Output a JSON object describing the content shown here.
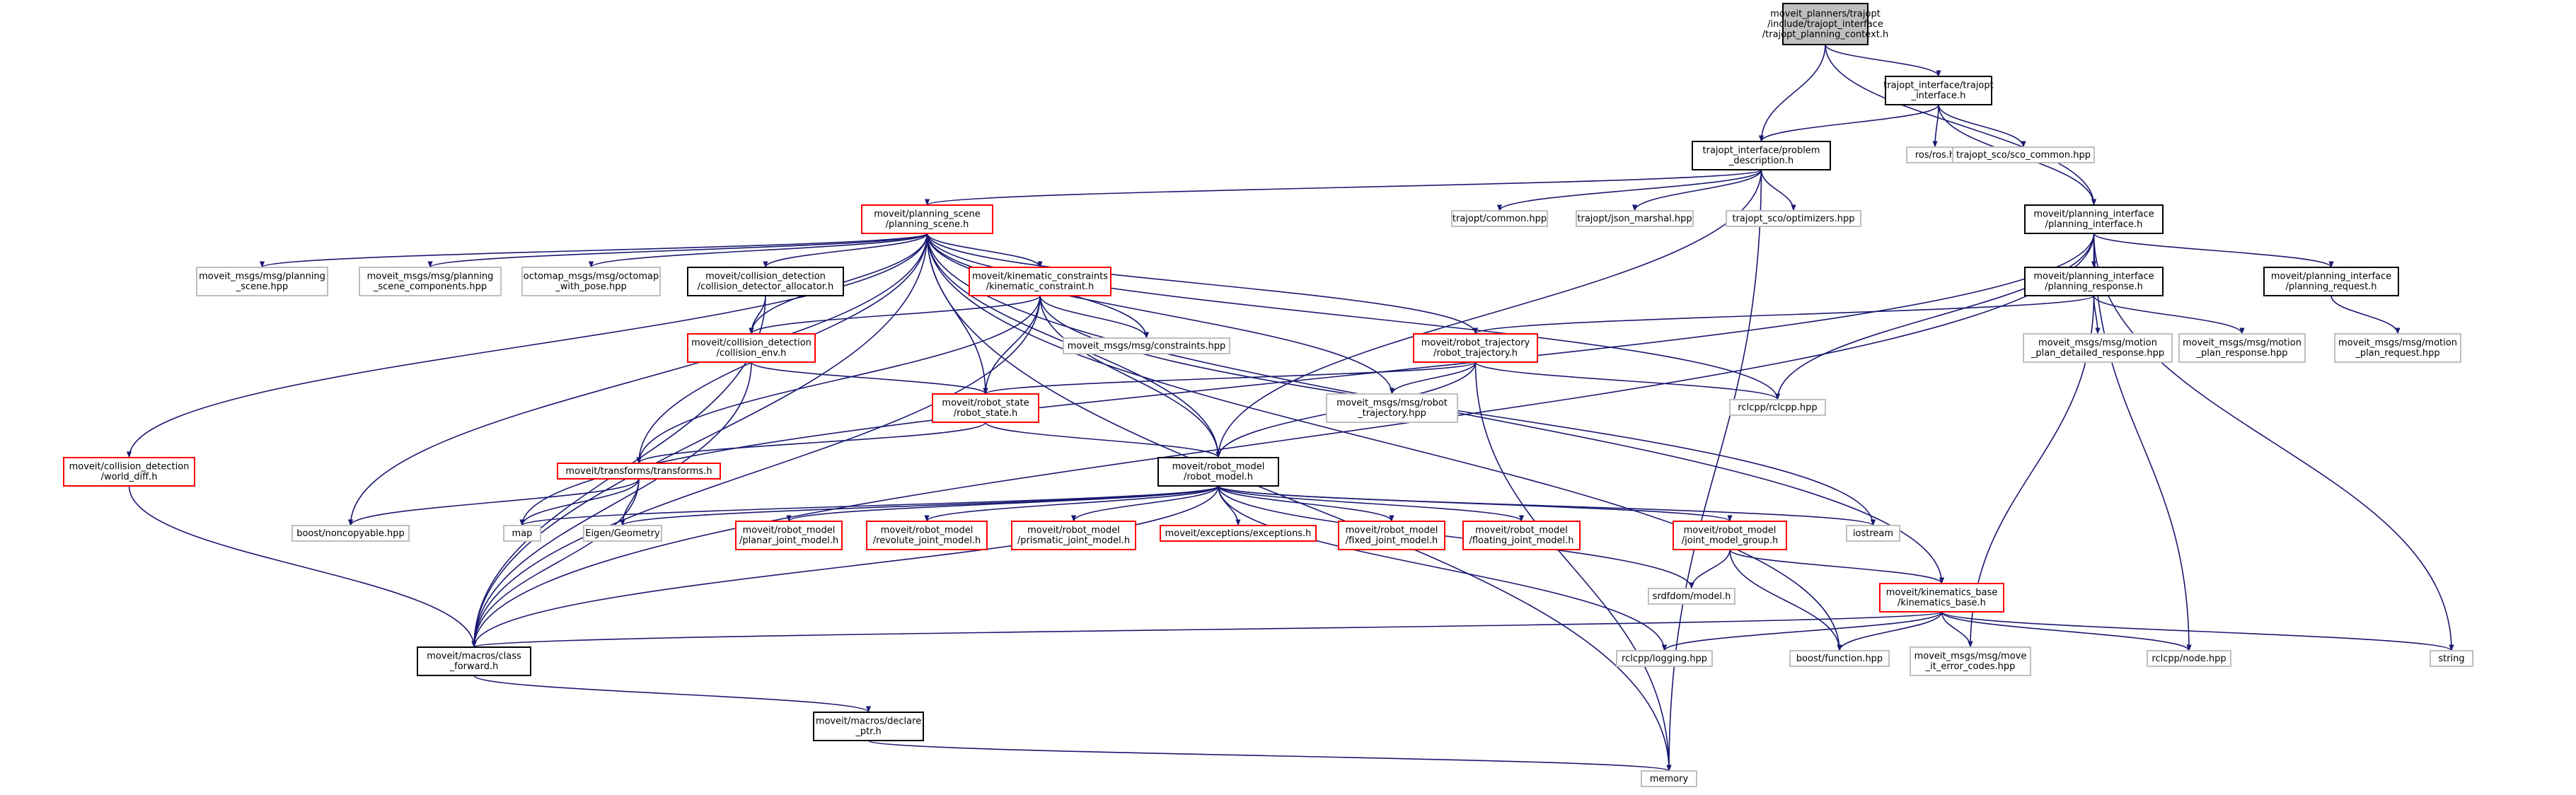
{
  "colors": {
    "edge": "#191970",
    "documented_border": "#000000",
    "undocumented_border": "#bfbfbf",
    "truncated_border": "#ff0000",
    "root_fill": "#bfbfbf",
    "text_gray": "#808080"
  },
  "nodes": [
    {
      "id": "root",
      "lines": [
        "moveit_planners/trajopt",
        "/include/trajopt_interface",
        "/trajopt_planning_context.h"
      ],
      "style": "root"
    },
    {
      "id": "ti",
      "lines": [
        "trajopt_interface/trajopt",
        "_interface.h"
      ],
      "style": "black"
    },
    {
      "id": "pd",
      "lines": [
        "trajopt_interface/problem",
        "_description.h"
      ],
      "style": "black"
    },
    {
      "id": "rosh",
      "lines": [
        "ros/ros.h"
      ],
      "style": "gray"
    },
    {
      "id": "sco_common",
      "lines": [
        "trajopt_sco/sco_common.hpp"
      ],
      "style": "gray"
    },
    {
      "id": "ps",
      "lines": [
        "moveit/planning_scene",
        "/planning_scene.h"
      ],
      "style": "red"
    },
    {
      "id": "common",
      "lines": [
        "trajopt/common.hpp"
      ],
      "style": "gray"
    },
    {
      "id": "json",
      "lines": [
        "trajopt/json_marshal.hpp"
      ],
      "style": "gray"
    },
    {
      "id": "opt",
      "lines": [
        "trajopt_sco/optimizers.hpp"
      ],
      "style": "gray"
    },
    {
      "id": "pi",
      "lines": [
        "moveit/planning_interface",
        "/planning_interface.h"
      ],
      "style": "black"
    },
    {
      "id": "mps",
      "lines": [
        "moveit_msgs/msg/planning",
        "_scene.hpp"
      ],
      "style": "gray"
    },
    {
      "id": "mpsc",
      "lines": [
        "moveit_msgs/msg/planning",
        "_scene_components.hpp"
      ],
      "style": "gray"
    },
    {
      "id": "octo",
      "lines": [
        "octomap_msgs/msg/octomap",
        "_with_pose.hpp"
      ],
      "style": "gray"
    },
    {
      "id": "cda",
      "lines": [
        "moveit/collision_detection",
        "/collision_detector_allocator.h"
      ],
      "style": "black"
    },
    {
      "id": "kc",
      "lines": [
        "moveit/kinematic_constraints",
        "/kinematic_constraint.h"
      ],
      "style": "red"
    },
    {
      "id": "ce",
      "lines": [
        "moveit/collision_detection",
        "/collision_env.h"
      ],
      "style": "red"
    },
    {
      "id": "constr",
      "lines": [
        "moveit_msgs/msg/constraints.hpp"
      ],
      "style": "gray"
    },
    {
      "id": "rtraj",
      "lines": [
        "moveit/robot_trajectory",
        "/robot_trajectory.h"
      ],
      "style": "red"
    },
    {
      "id": "rs",
      "lines": [
        "moveit/robot_state",
        "/robot_state.h"
      ],
      "style": "red"
    },
    {
      "id": "mrt",
      "lines": [
        "moveit_msgs/msg/robot",
        "_trajectory.hpp"
      ],
      "style": "gray"
    },
    {
      "id": "rclcpp",
      "lines": [
        "rclcpp/rclcpp.hpp"
      ],
      "style": "gray"
    },
    {
      "id": "presp",
      "lines": [
        "moveit/planning_interface",
        "/planning_response.h"
      ],
      "style": "black"
    },
    {
      "id": "preq",
      "lines": [
        "moveit/planning_interface",
        "/planning_request.h"
      ],
      "style": "black"
    },
    {
      "id": "mpdr",
      "lines": [
        "moveit_msgs/msg/motion",
        "_plan_detailed_response.hpp"
      ],
      "style": "gray"
    },
    {
      "id": "mpr",
      "lines": [
        "moveit_msgs/msg/motion",
        "_plan_response.hpp"
      ],
      "style": "gray"
    },
    {
      "id": "mpreq",
      "lines": [
        "moveit_msgs/msg/motion",
        "_plan_request.hpp"
      ],
      "style": "gray"
    },
    {
      "id": "wd",
      "lines": [
        "moveit/collision_detection",
        "/world_diff.h"
      ],
      "style": "red"
    },
    {
      "id": "tf",
      "lines": [
        "moveit/transforms/transforms.h"
      ],
      "style": "red"
    },
    {
      "id": "rm",
      "lines": [
        "moveit/robot_model",
        "/robot_model.h"
      ],
      "style": "black"
    },
    {
      "id": "bnc",
      "lines": [
        "boost/noncopyable.hpp"
      ],
      "style": "gray"
    },
    {
      "id": "map",
      "lines": [
        "map"
      ],
      "style": "gray"
    },
    {
      "id": "eigen",
      "lines": [
        "Eigen/Geometry"
      ],
      "style": "gray"
    },
    {
      "id": "pjm",
      "lines": [
        "moveit/robot_model",
        "/planar_joint_model.h"
      ],
      "style": "red"
    },
    {
      "id": "rjm",
      "lines": [
        "moveit/robot_model",
        "/revolute_joint_model.h"
      ],
      "style": "red"
    },
    {
      "id": "prjm",
      "lines": [
        "moveit/robot_model",
        "/prismatic_joint_model.h"
      ],
      "style": "red"
    },
    {
      "id": "exc",
      "lines": [
        "moveit/exceptions/exceptions.h"
      ],
      "style": "red"
    },
    {
      "id": "fjm",
      "lines": [
        "moveit/robot_model",
        "/fixed_joint_model.h"
      ],
      "style": "red"
    },
    {
      "id": "fljm",
      "lines": [
        "moveit/robot_model",
        "/floating_joint_model.h"
      ],
      "style": "red"
    },
    {
      "id": "jmg",
      "lines": [
        "moveit/robot_model",
        "/joint_model_group.h"
      ],
      "style": "red"
    },
    {
      "id": "iostream",
      "lines": [
        "iostream"
      ],
      "style": "gray"
    },
    {
      "id": "srdf",
      "lines": [
        "srdfdom/model.h"
      ],
      "style": "gray"
    },
    {
      "id": "kb",
      "lines": [
        "moveit/kinematics_base",
        "/kinematics_base.h"
      ],
      "style": "red"
    },
    {
      "id": "cf",
      "lines": [
        "moveit/macros/class",
        "_forward.h"
      ],
      "style": "black"
    },
    {
      "id": "rcllog",
      "lines": [
        "rclcpp/logging.hpp"
      ],
      "style": "gray"
    },
    {
      "id": "bfunc",
      "lines": [
        "boost/function.hpp"
      ],
      "style": "gray"
    },
    {
      "id": "merr",
      "lines": [
        "moveit_msgs/msg/move",
        "_it_error_codes.hpp"
      ],
      "style": "gray"
    },
    {
      "id": "rclnode",
      "lines": [
        "rclcpp/node.hpp"
      ],
      "style": "gray"
    },
    {
      "id": "string",
      "lines": [
        "string"
      ],
      "style": "gray"
    },
    {
      "id": "dp",
      "lines": [
        "moveit/macros/declare",
        "_ptr.h"
      ],
      "style": "black"
    },
    {
      "id": "memory",
      "lines": [
        "memory"
      ],
      "style": "gray"
    }
  ],
  "edges": [
    [
      "root",
      "ti"
    ],
    [
      "root",
      "pd"
    ],
    [
      "root",
      "pi"
    ],
    [
      "ti",
      "pd"
    ],
    [
      "ti",
      "rosh"
    ],
    [
      "ti",
      "sco_common"
    ],
    [
      "ti",
      "pi"
    ],
    [
      "pd",
      "ps"
    ],
    [
      "pd",
      "common"
    ],
    [
      "pd",
      "json"
    ],
    [
      "pd",
      "opt"
    ],
    [
      "pd",
      "rm"
    ],
    [
      "pd",
      "memory"
    ],
    [
      "ps",
      "mps"
    ],
    [
      "ps",
      "mpsc"
    ],
    [
      "ps",
      "octo"
    ],
    [
      "ps",
      "cda"
    ],
    [
      "ps",
      "kc"
    ],
    [
      "ps",
      "ce"
    ],
    [
      "ps",
      "constr"
    ],
    [
      "ps",
      "rtraj"
    ],
    [
      "ps",
      "rs"
    ],
    [
      "ps",
      "mrt"
    ],
    [
      "ps",
      "rclcpp"
    ],
    [
      "ps",
      "wd"
    ],
    [
      "ps",
      "tf"
    ],
    [
      "ps",
      "rm"
    ],
    [
      "ps",
      "bnc"
    ],
    [
      "ps",
      "cf"
    ],
    [
      "ps",
      "bfunc"
    ],
    [
      "ps",
      "kb"
    ],
    [
      "ps",
      "memory"
    ],
    [
      "pi",
      "presp"
    ],
    [
      "pi",
      "preq"
    ],
    [
      "pi",
      "rclcpp"
    ],
    [
      "pi",
      "map"
    ],
    [
      "pi",
      "cf"
    ],
    [
      "pi",
      "rclnode"
    ],
    [
      "pi",
      "string"
    ],
    [
      "presp",
      "rtraj"
    ],
    [
      "presp",
      "mpdr"
    ],
    [
      "presp",
      "mpr"
    ],
    [
      "presp",
      "merr"
    ],
    [
      "preq",
      "mpreq"
    ],
    [
      "cda",
      "ce"
    ],
    [
      "cda",
      "cf"
    ],
    [
      "kc",
      "ce"
    ],
    [
      "kc",
      "constr"
    ],
    [
      "kc",
      "rs"
    ],
    [
      "kc",
      "rm"
    ],
    [
      "kc",
      "tf"
    ],
    [
      "kc",
      "iostream"
    ],
    [
      "kc",
      "cf"
    ],
    [
      "ce",
      "rs"
    ],
    [
      "ce",
      "cf"
    ],
    [
      "rtraj",
      "rs"
    ],
    [
      "rtraj",
      "mrt"
    ],
    [
      "rtraj",
      "rclcpp"
    ],
    [
      "rtraj",
      "rm"
    ],
    [
      "rtraj",
      "memory"
    ],
    [
      "rs",
      "rm"
    ],
    [
      "rs",
      "tf"
    ],
    [
      "wd",
      "cf"
    ],
    [
      "tf",
      "bnc"
    ],
    [
      "tf",
      "map"
    ],
    [
      "tf",
      "eigen"
    ],
    [
      "tf",
      "cf"
    ],
    [
      "rm",
      "map"
    ],
    [
      "rm",
      "eigen"
    ],
    [
      "rm",
      "pjm"
    ],
    [
      "rm",
      "rjm"
    ],
    [
      "rm",
      "prjm"
    ],
    [
      "rm",
      "exc"
    ],
    [
      "rm",
      "fjm"
    ],
    [
      "rm",
      "fljm"
    ],
    [
      "rm",
      "jmg"
    ],
    [
      "rm",
      "iostream"
    ],
    [
      "rm",
      "srdf"
    ],
    [
      "rm",
      "cf"
    ],
    [
      "rm",
      "rcllog"
    ],
    [
      "jmg",
      "srdf"
    ],
    [
      "jmg",
      "kb"
    ],
    [
      "jmg",
      "bfunc"
    ],
    [
      "kb",
      "cf"
    ],
    [
      "kb",
      "rcllog"
    ],
    [
      "kb",
      "bfunc"
    ],
    [
      "kb",
      "merr"
    ],
    [
      "kb",
      "rclnode"
    ],
    [
      "kb",
      "string"
    ],
    [
      "cf",
      "dp"
    ],
    [
      "dp",
      "memory"
    ]
  ]
}
